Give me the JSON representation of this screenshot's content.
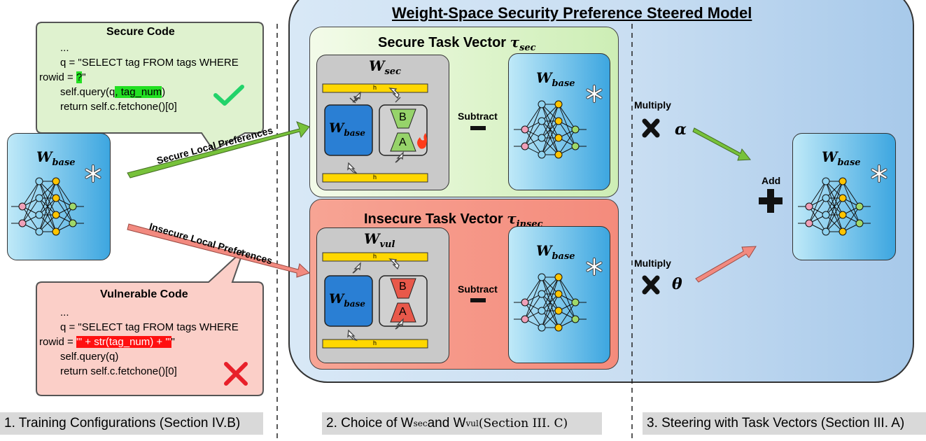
{
  "colors": {
    "secure_fill": "#dff2cf",
    "insecure_fill": "#f6b7ad",
    "steered_gradient_left": "#d8e8f6",
    "steered_gradient_right": "#a7c9ea",
    "model_card_left": "#bfe9f8",
    "model_card_right": "#3da6e0",
    "lora_base": "#2a7fd4",
    "yellow_bar": "#ffd700",
    "secure_arrow": "#77c23a",
    "insecure_arrow": "#f28a80",
    "check": "#22d36a",
    "cross": "#e8202a"
  },
  "title": "Weight-Space Security Preference Steered Model",
  "secure_code": {
    "title": "Secure Code",
    "line1": "...",
    "line2": "q = \"SELECT tag FROM tags WHERE",
    "line3a": "rowid = ",
    "line3b": "?",
    "line3c": "\"",
    "line4a": "self.query(q",
    "line4b": ", tag_num",
    "line4c": ")",
    "line5": "return self.c.fetchone()[0]",
    "mark_icon": "check-icon"
  },
  "vulnerable_code": {
    "title": "Vulnerable Code",
    "line1": "...",
    "line2": "q = \"SELECT tag FROM tags WHERE",
    "line3a": "rowid = ",
    "line3b": "'\" + str(tag_num) + \"'",
    "line3c": "\"",
    "line4": "self.query(q)",
    "line5": "return self.c.fetchone()[0]",
    "mark_icon": "cross-icon"
  },
  "base_model": {
    "label_main": "W",
    "label_sub": "base",
    "icon": "snowflake-icon"
  },
  "arrows": {
    "secure_label": "Secure Local Preferences",
    "insecure_label": "Insecure Local Preferences"
  },
  "secure_vector": {
    "title": "Secure Task Vector ",
    "tau": "τ",
    "tau_sub": "sec",
    "lora_label_main": "W",
    "lora_label_sub": "sec",
    "bar_label": "h",
    "inner_main": "W",
    "inner_sub": "base",
    "b_label": "B",
    "a_label": "A",
    "op_label": "Subtract",
    "right_main": "W",
    "right_sub": "base"
  },
  "insecure_vector": {
    "title": "Insecure Task Vector ",
    "tau": "τ",
    "tau_sub": "insec",
    "lora_label_main": "W",
    "lora_label_sub": "vul",
    "bar_label": "h",
    "inner_main": "W",
    "inner_sub": "base",
    "b_label": "B",
    "a_label": "A",
    "op_label": "Subtract",
    "right_main": "W",
    "right_sub": "base"
  },
  "steering": {
    "multiply_label": "Multiply",
    "alpha": "α",
    "theta": "θ",
    "add_label": "Add",
    "final_main": "W",
    "final_sub": "base"
  },
  "footer": {
    "left": "1. Training Configurations (Section IV.B)",
    "mid_a": "2. Choice of W",
    "mid_a_sub": "sec",
    "mid_b": "and W",
    "mid_b_sub": "vul",
    "mid_c": " (Section III. C)",
    "right": "3. Steering with Task Vectors (Section III. A)"
  }
}
